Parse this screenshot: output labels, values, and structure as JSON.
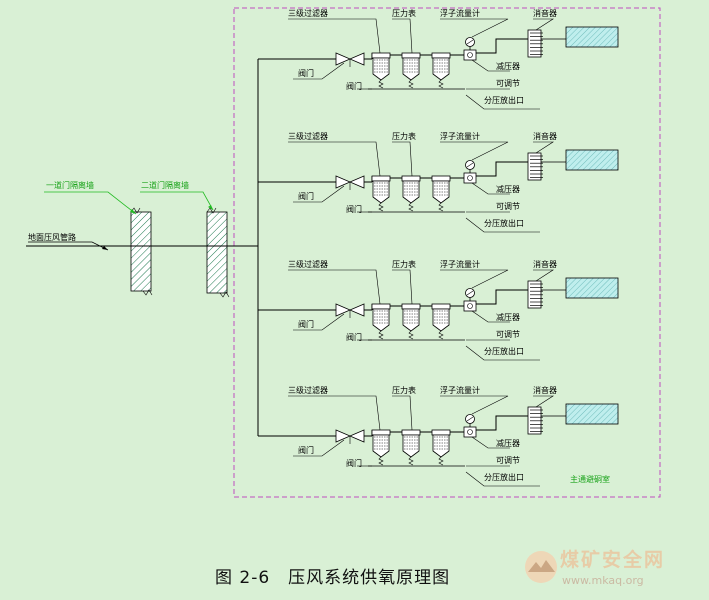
{
  "labels": {
    "filter": "三级过滤器",
    "gauge": "压力表",
    "flowmeter": "浮子流量计",
    "muffler": "消音器",
    "valve": "阀门",
    "reducer": "减压器",
    "regulator": "可调节",
    "outlet": "分压放出口"
  },
  "inlet_label": "地面压风管路",
  "wall1_label": "一道门隔离墙",
  "wall2_label": "二道门隔离墙",
  "chamber_label": "主通避硐室",
  "caption": "图 2-6　压风系统供氧原理图",
  "watermark": {
    "title": "煤矿安全网",
    "url": "www.mkaq.org"
  },
  "colors": {
    "chamber_border": "#c04ec0",
    "leader_green": "#22bb22",
    "tank_fill": "#bfeeed",
    "wall_hatch": "#1e7a4f"
  }
}
